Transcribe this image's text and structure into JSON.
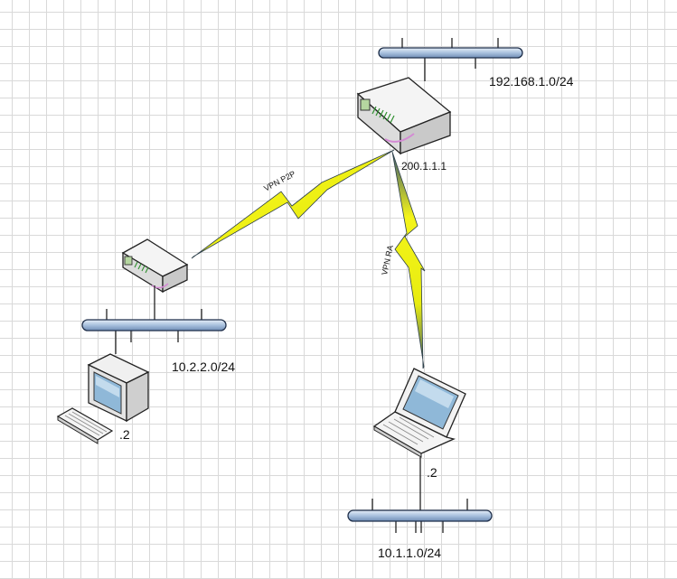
{
  "networks": {
    "hq_lan": "192.168.1.0/24",
    "branch_lan": "10.2.2.0/24",
    "remote_lan": "10.1.1.0/24"
  },
  "hosts": {
    "hq_router_ip": "200.1.1.1",
    "branch_pc_host": ".2",
    "laptop_host": ".2"
  },
  "links": {
    "p2p": "VPN P2P",
    "ra": "VPN RA"
  },
  "colors": {
    "bolt": "#f2f20a",
    "bus": "#b7cce4",
    "bus_stroke": "#1f2f4a"
  }
}
